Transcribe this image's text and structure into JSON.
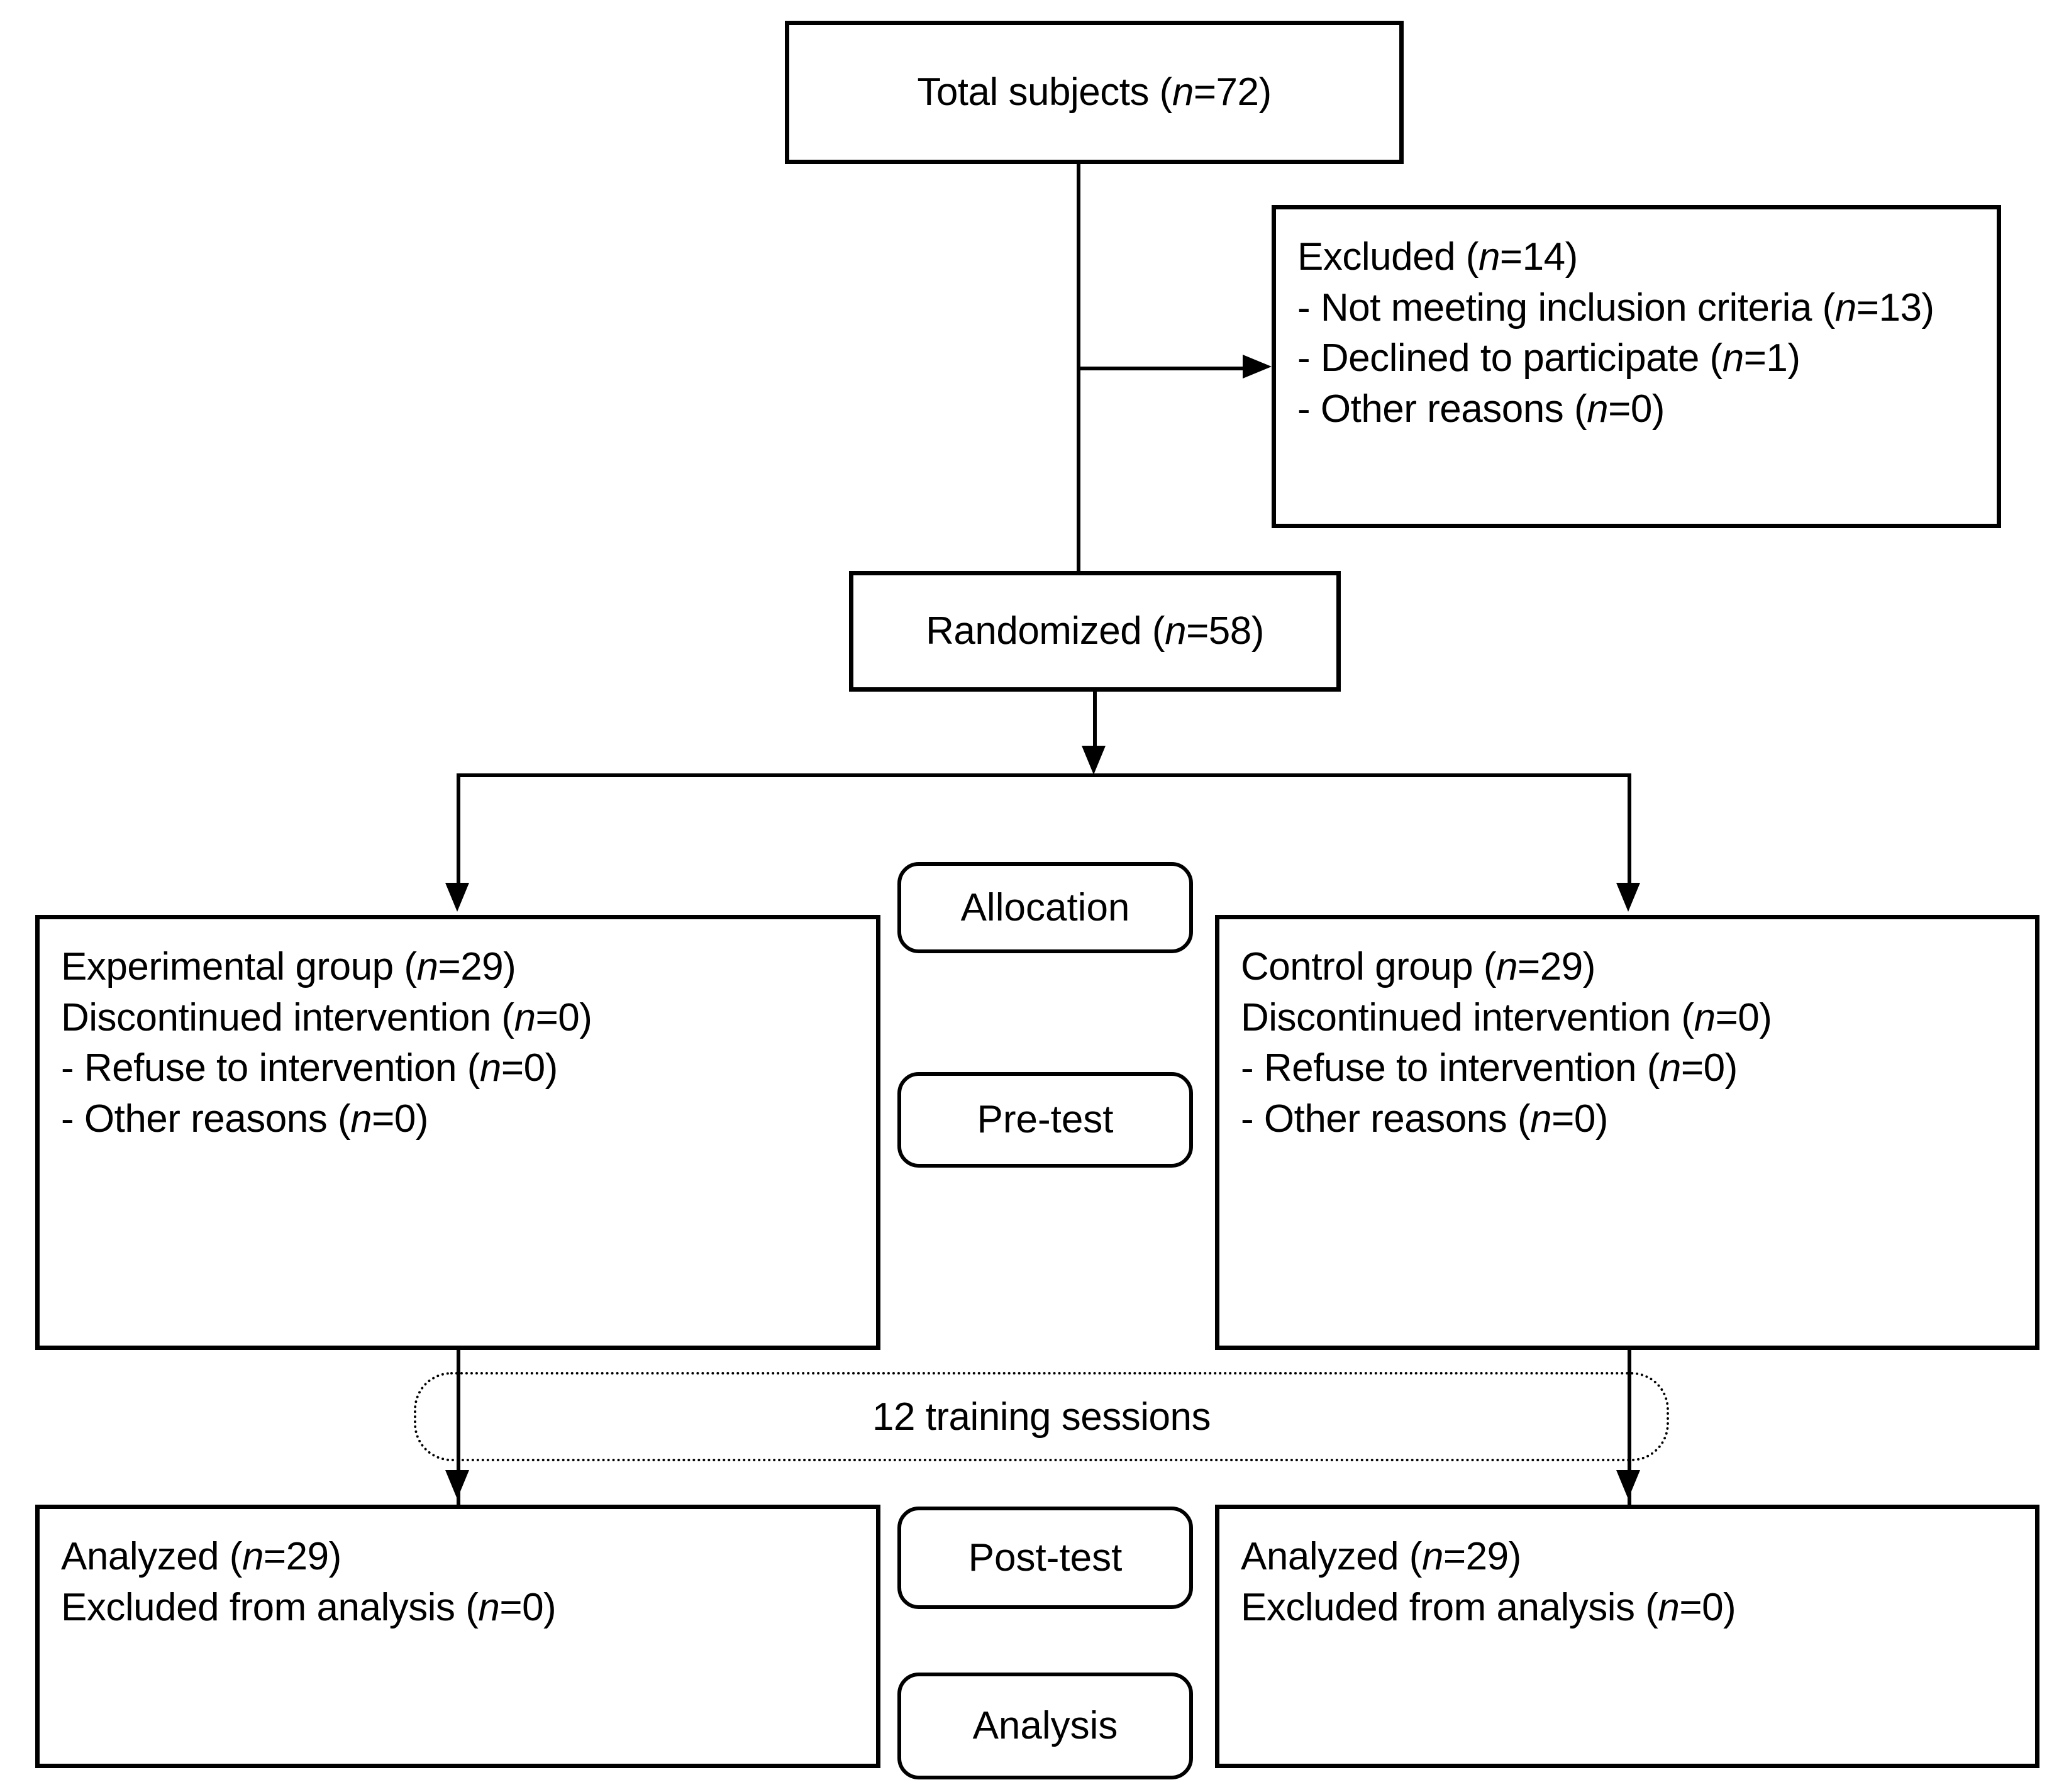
{
  "diagram": {
    "title": "CONSORT participant flow diagram",
    "ink_color": "#000000",
    "background_color": "#ffffff"
  },
  "nodes": {
    "total_subjects": "Total subjects (n=72)",
    "excluded": "Excluded (n=14)\n- Not meeting inclusion criteria (n=13)\n- Declined to participate (n=1)\n- Other reasons (n=0)",
    "randomized": "Randomized (n=58)",
    "experimental_group": "Experimental group (n=29)\nDiscontinued intervention (n=0)\n- Refuse to intervention (n=0)\n- Other reasons (n=0)",
    "control_group": "Control group (n=29)\nDiscontinued intervention (n=0)\n- Refuse to intervention (n=0)\n- Other reasons (n=0)",
    "analyzed_experimental": "Analyzed (n=29)\nExcluded from analysis (n=0)",
    "analyzed_control": "Analyzed (n=29)\nExcluded from analysis (n=0)"
  },
  "stage_labels": {
    "allocation": "Allocation",
    "pre_test": "Pre-test",
    "post_test": "Post-test",
    "analysis": "Analysis"
  },
  "annotations": {
    "training_sessions": "12 training sessions"
  },
  "counts": {
    "total_subjects": 72,
    "excluded_total": 14,
    "excluded_not_meeting_inclusion_criteria": 13,
    "excluded_declined_to_participate": 1,
    "excluded_other_reasons": 0,
    "randomized": 58,
    "experimental_allocated": 29,
    "experimental_discontinued": 0,
    "experimental_refused": 0,
    "experimental_other": 0,
    "control_allocated": 29,
    "control_discontinued": 0,
    "control_refused": 0,
    "control_other": 0,
    "experimental_analyzed": 29,
    "experimental_excluded_from_analysis": 0,
    "control_analyzed": 29,
    "control_excluded_from_analysis": 0,
    "training_sessions": 12
  }
}
